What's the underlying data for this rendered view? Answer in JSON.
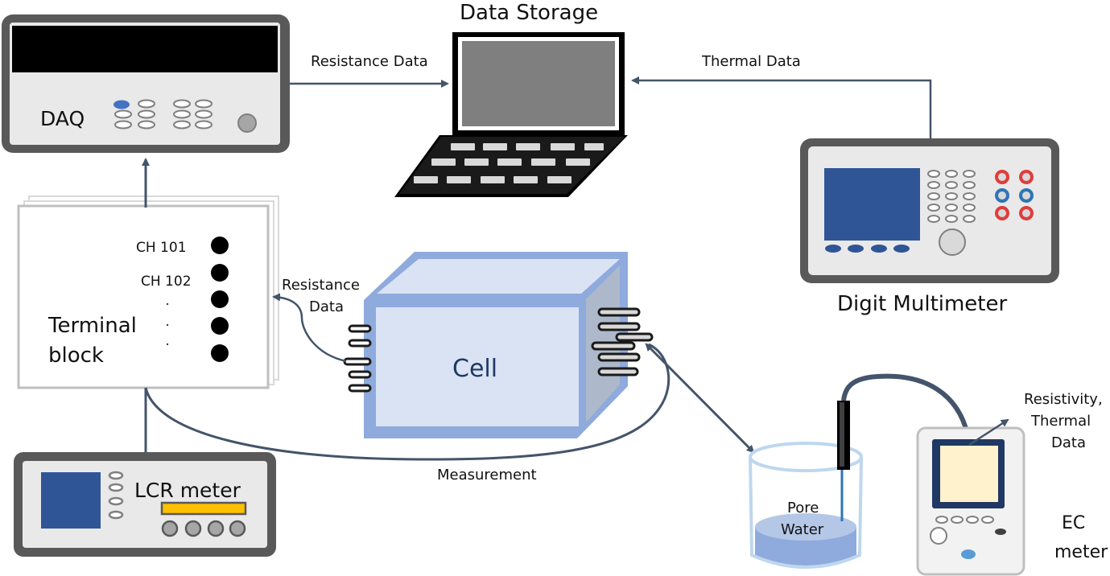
{
  "labels": {
    "data_storage": "Data Storage",
    "daq": "DAQ",
    "resistance_data_top": "Resistance Data",
    "thermal_data": "Thermal Data",
    "ch101": "CH 101",
    "ch102": "CH 102",
    "terminal_block_line1": "Terminal",
    "terminal_block_line2": "block",
    "resistance_data_mid_line1": "Resistance",
    "resistance_data_mid_line2": "Data",
    "cell": "Cell",
    "digit_multimeter": "Digit Multimeter",
    "resistivity_line1": "Resistivity,",
    "resistivity_line2": "Thermal",
    "resistivity_line3": "Data",
    "measurement": "Measurement",
    "lcr_meter": "LCR meter",
    "pore_line1": "Pore",
    "pore_line2": "Water",
    "ec_line1": "EC",
    "ec_line2": "meter"
  },
  "colors": {
    "device_frame": "#595959",
    "device_body": "#e9e9e9",
    "screen_blue": "#2f5597",
    "arrow": "#44546a",
    "cell_face": "#dae3f3",
    "cell_edge": "#8faadc",
    "cell_text": "#203864",
    "knob_red": "#e03c3c",
    "knob_blue": "#2e75b6",
    "lcr_bar": "#ffc000",
    "water": "#8faadc",
    "ec_screen": "#fff2cc"
  },
  "icons": [
    "daq-device-icon",
    "laptop-icon",
    "multimeter-icon",
    "terminal-block-icon",
    "cell-cube-icon",
    "lcr-meter-icon",
    "beaker-icon",
    "ec-meter-icon",
    "electrode-probe-icon"
  ]
}
